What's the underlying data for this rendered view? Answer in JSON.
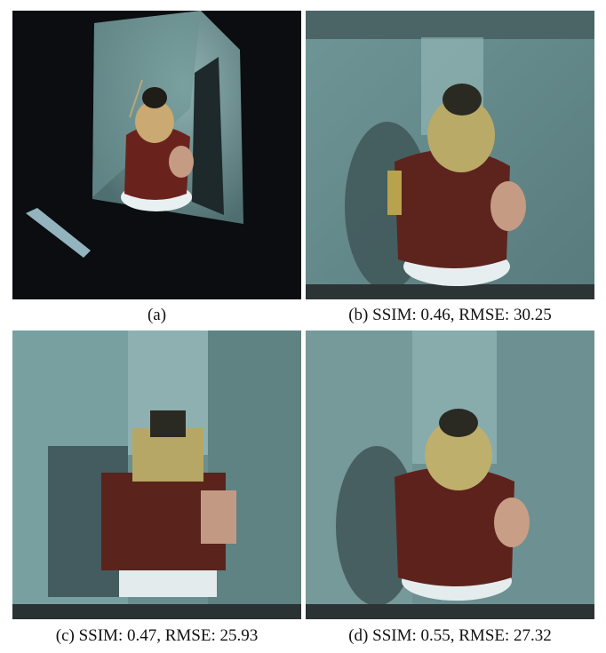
{
  "captions": {
    "a": "(a)",
    "b": "(b) SSIM: 0.46, RMSE: 30.25",
    "c": "(c) SSIM: 0.47, RMSE: 25.93",
    "d": "(d) SSIM: 0.55, RMSE: 27.32"
  },
  "colors": {
    "scene_background": "#0b0d10",
    "wall": "#7fa3a3",
    "vest": "#6a231c",
    "face": "#c9b87a",
    "base": "#e7eef0",
    "floor_strip": "#2d3436"
  }
}
